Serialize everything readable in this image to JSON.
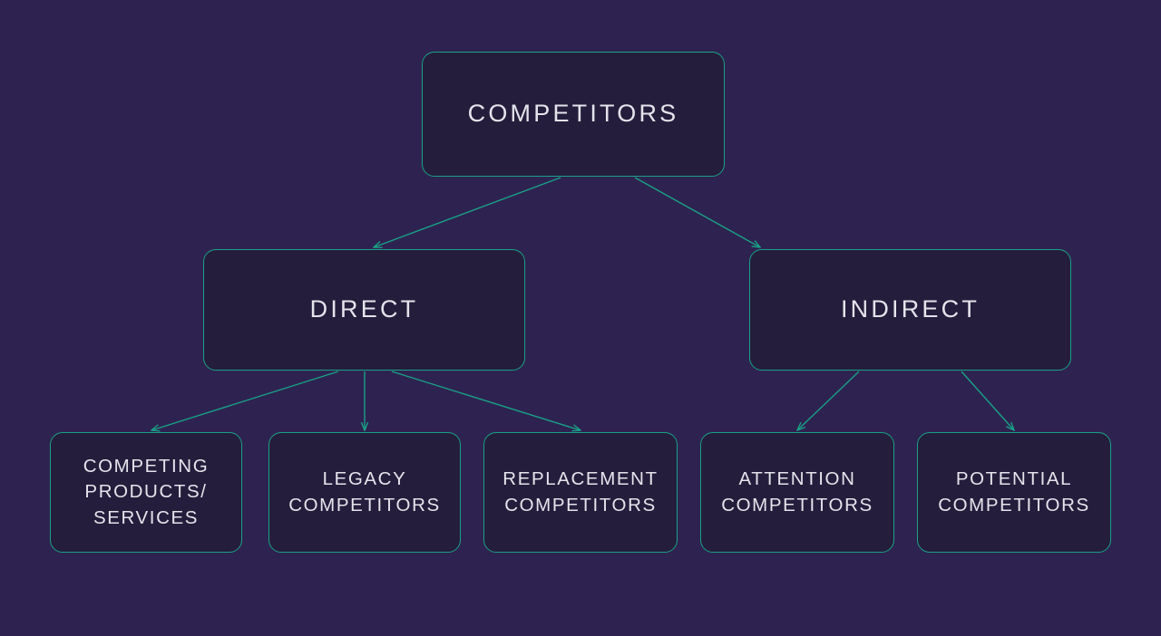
{
  "diagram": {
    "title": "Competitors",
    "background_color": "#2e2350",
    "node_fill_color": "#251d3c",
    "node_border_color": "#1aa086",
    "node_text_color": "#e4e4ec",
    "edge_color": "#1aa086",
    "type": "tree",
    "nodes": {
      "root": "COMPETITORS",
      "direct": "DIRECT",
      "indirect": "INDIRECT",
      "competing_products_services": "COMPETING\nPRODUCTS/\nSERVICES",
      "legacy_competitors": "LEGACY\nCOMPETITORS",
      "replacement_competitors": "REPLACEMENT\nCOMPETITORS",
      "attention_competitors": "ATTENTION\nCOMPETITORS",
      "potential_competitors": "POTENTIAL\nCOMPETITORS"
    },
    "edges": [
      {
        "from": "root",
        "to": "direct"
      },
      {
        "from": "root",
        "to": "indirect"
      },
      {
        "from": "direct",
        "to": "competing_products_services"
      },
      {
        "from": "direct",
        "to": "legacy_competitors"
      },
      {
        "from": "direct",
        "to": "replacement_competitors"
      },
      {
        "from": "indirect",
        "to": "attention_competitors"
      },
      {
        "from": "indirect",
        "to": "potential_competitors"
      }
    ]
  }
}
